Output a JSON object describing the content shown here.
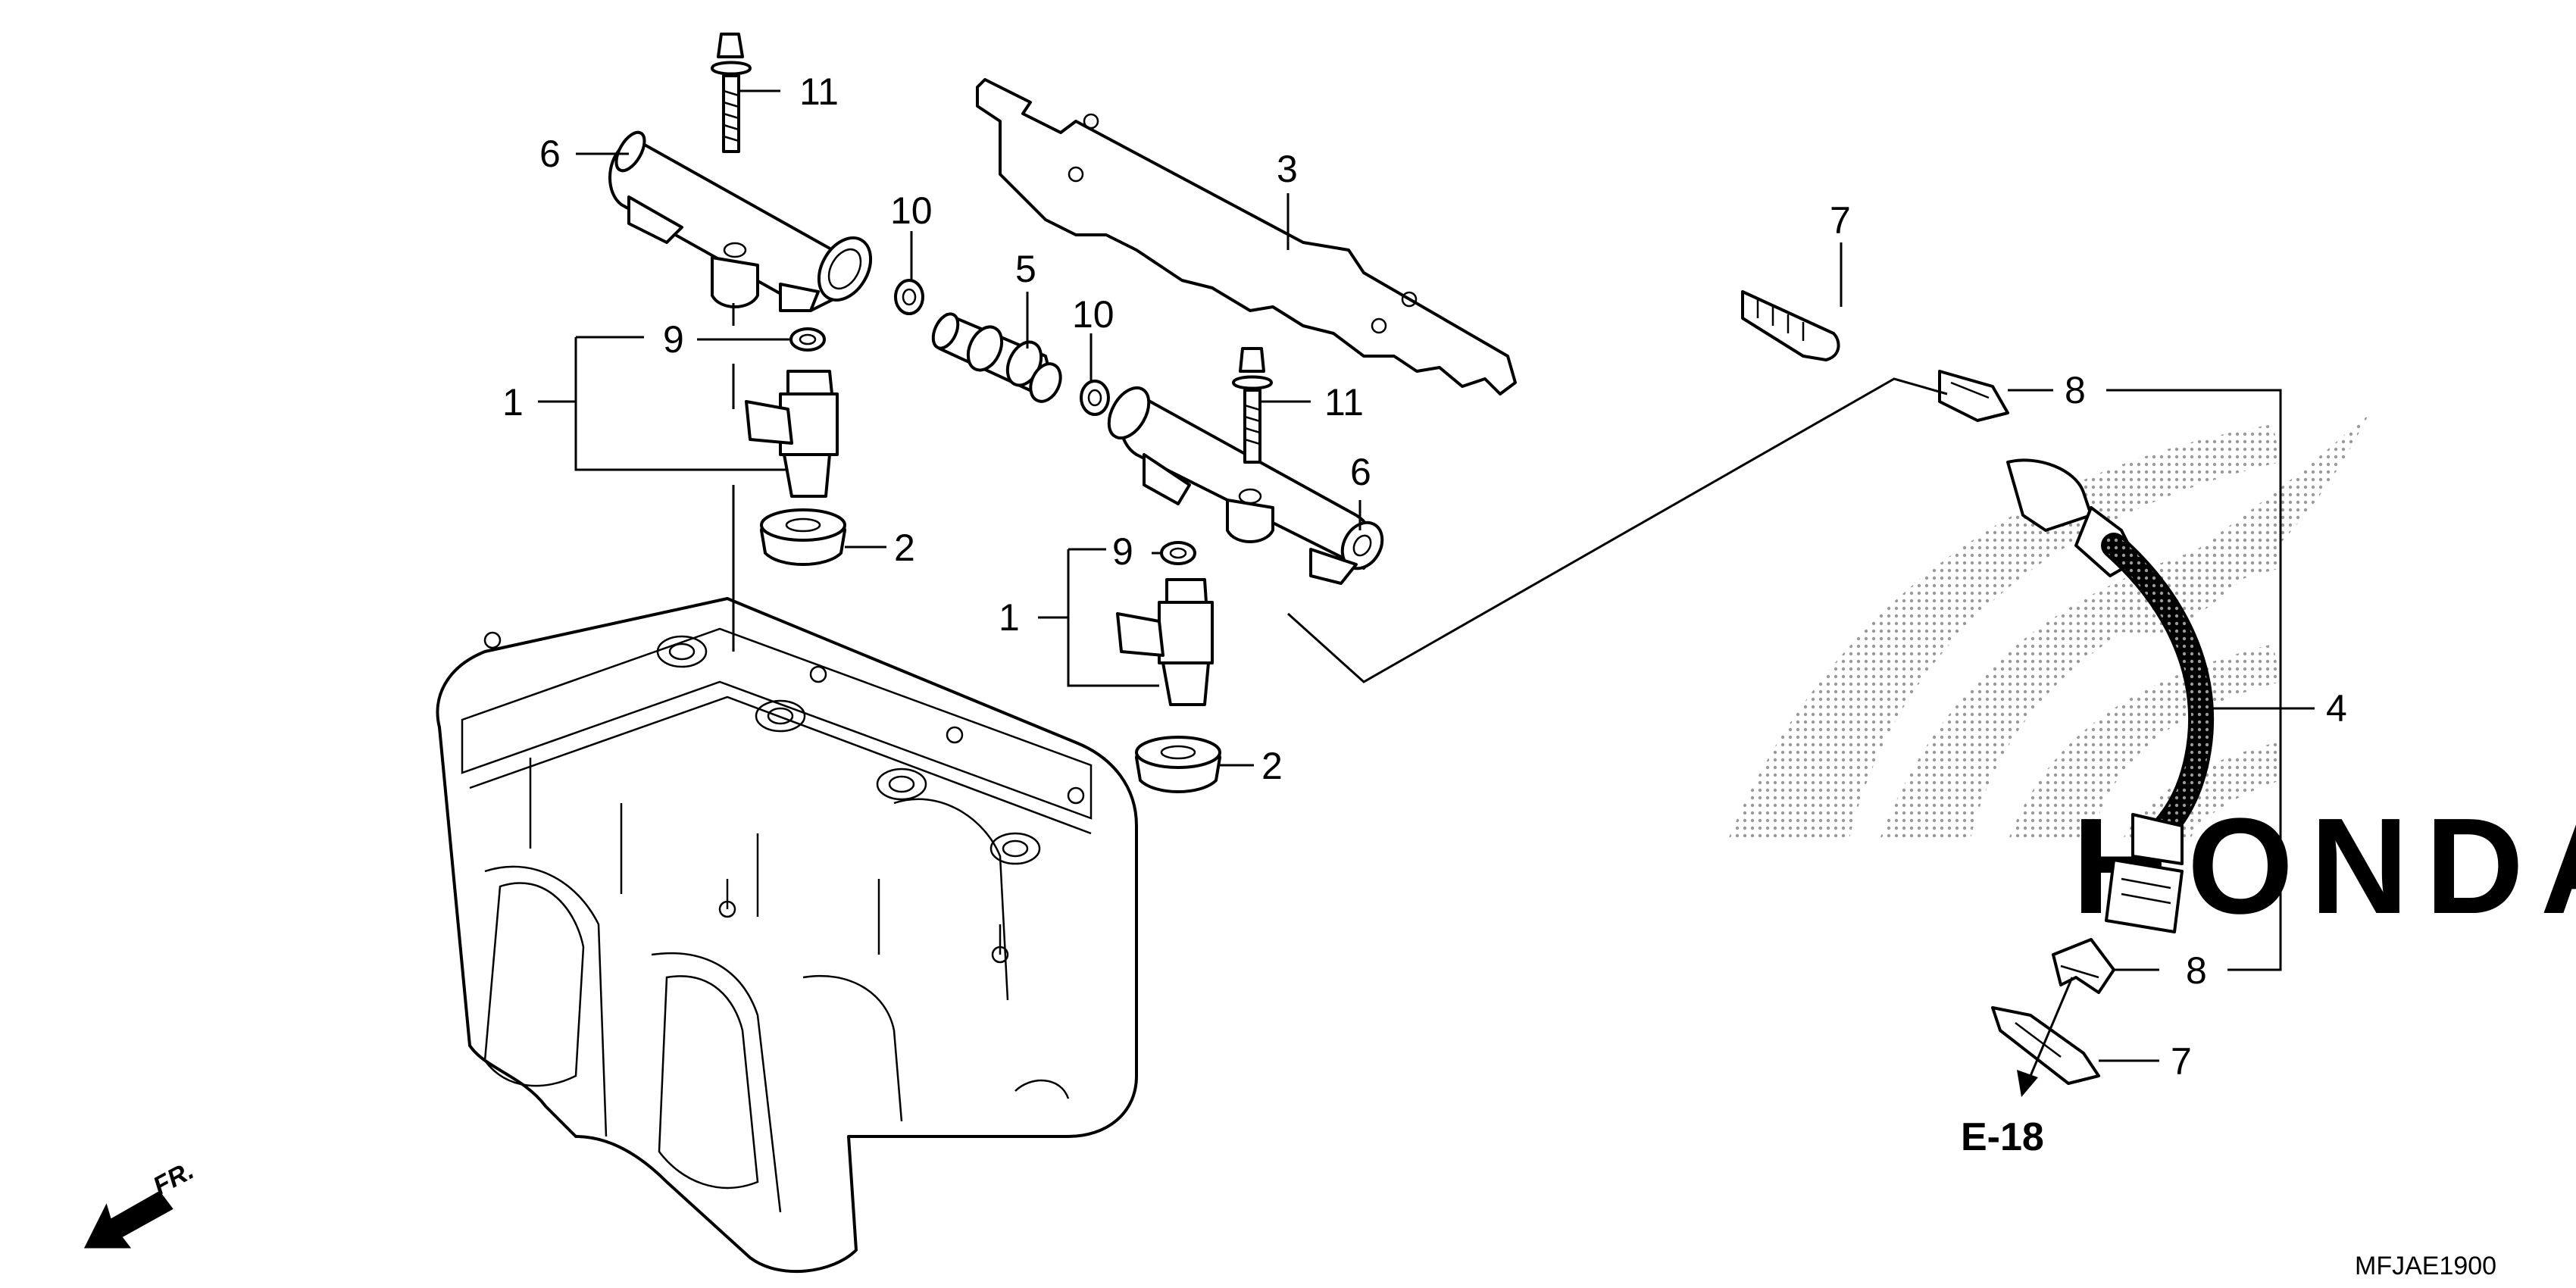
{
  "diagram": {
    "callouts": [
      {
        "id": "c11a",
        "text": "11"
      },
      {
        "id": "c6a",
        "text": "6"
      },
      {
        "id": "c3",
        "text": "3"
      },
      {
        "id": "c10a",
        "text": "10"
      },
      {
        "id": "c5",
        "text": "5"
      },
      {
        "id": "c10b",
        "text": "10"
      },
      {
        "id": "c9a",
        "text": "9"
      },
      {
        "id": "c1a",
        "text": "1"
      },
      {
        "id": "c2a",
        "text": "2"
      },
      {
        "id": "c11b",
        "text": "11"
      },
      {
        "id": "c6b",
        "text": "6"
      },
      {
        "id": "c9b",
        "text": "9"
      },
      {
        "id": "c1b",
        "text": "1"
      },
      {
        "id": "c2b",
        "text": "2"
      },
      {
        "id": "c7a",
        "text": "7"
      },
      {
        "id": "c8a",
        "text": "8"
      },
      {
        "id": "c4",
        "text": "4"
      },
      {
        "id": "c8b",
        "text": "8"
      },
      {
        "id": "c7b",
        "text": "7"
      }
    ],
    "reference_label": "E-18",
    "direction_label": "FR.",
    "drawing_code": "MFJAE1900",
    "watermark": "HONDA"
  }
}
